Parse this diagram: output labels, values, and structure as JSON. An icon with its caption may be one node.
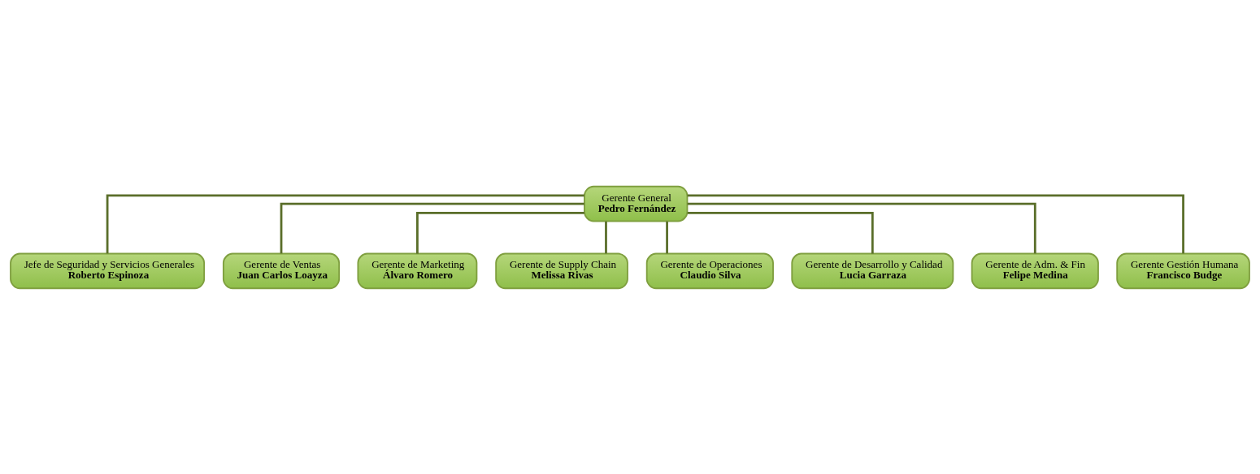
{
  "diagram": {
    "nodes": [
      {
        "text": [
          "Gerente General",
          "Pedro Fernández"
        ]
      },
      {
        "text": [
          "Jefe de Seguridad y Servicios Generales",
          "Roberto Espinoza"
        ]
      },
      {
        "text": [
          "Gerente de Ventas",
          "Juan Carlos Loayza"
        ]
      },
      {
        "text": [
          "Gerente de Marketing",
          "Álvaro Romero"
        ]
      },
      {
        "text": [
          "Gerente de Supply Chain",
          "Melissa Rivas"
        ]
      },
      {
        "text": [
          "Gerente de Operaciones",
          "Claudio Silva"
        ]
      },
      {
        "text": [
          "Gerente de Desarrollo y Calidad",
          "Lucia Garraza"
        ]
      },
      {
        "text": [
          "Gerente de Adm. & Fin",
          "Felipe Medina"
        ]
      },
      {
        "text": [
          "Gerente Gestión Humana",
          "Francisco Budge"
        ]
      }
    ],
    "edges": [
      {
        "from": 0,
        "to": 1,
        "arrow": "none"
      },
      {
        "from": 0,
        "to": 2,
        "arrow": "none"
      },
      {
        "from": 0,
        "to": 3,
        "arrow": "none"
      },
      {
        "from": 0,
        "to": 4,
        "arrow": "none"
      },
      {
        "from": 0,
        "to": 5,
        "arrow": "none"
      },
      {
        "from": 0,
        "to": 6,
        "arrow": "none"
      },
      {
        "from": 0,
        "to": 7,
        "arrow": "none"
      },
      {
        "from": 0,
        "to": 8,
        "arrow": "none"
      }
    ]
  }
}
